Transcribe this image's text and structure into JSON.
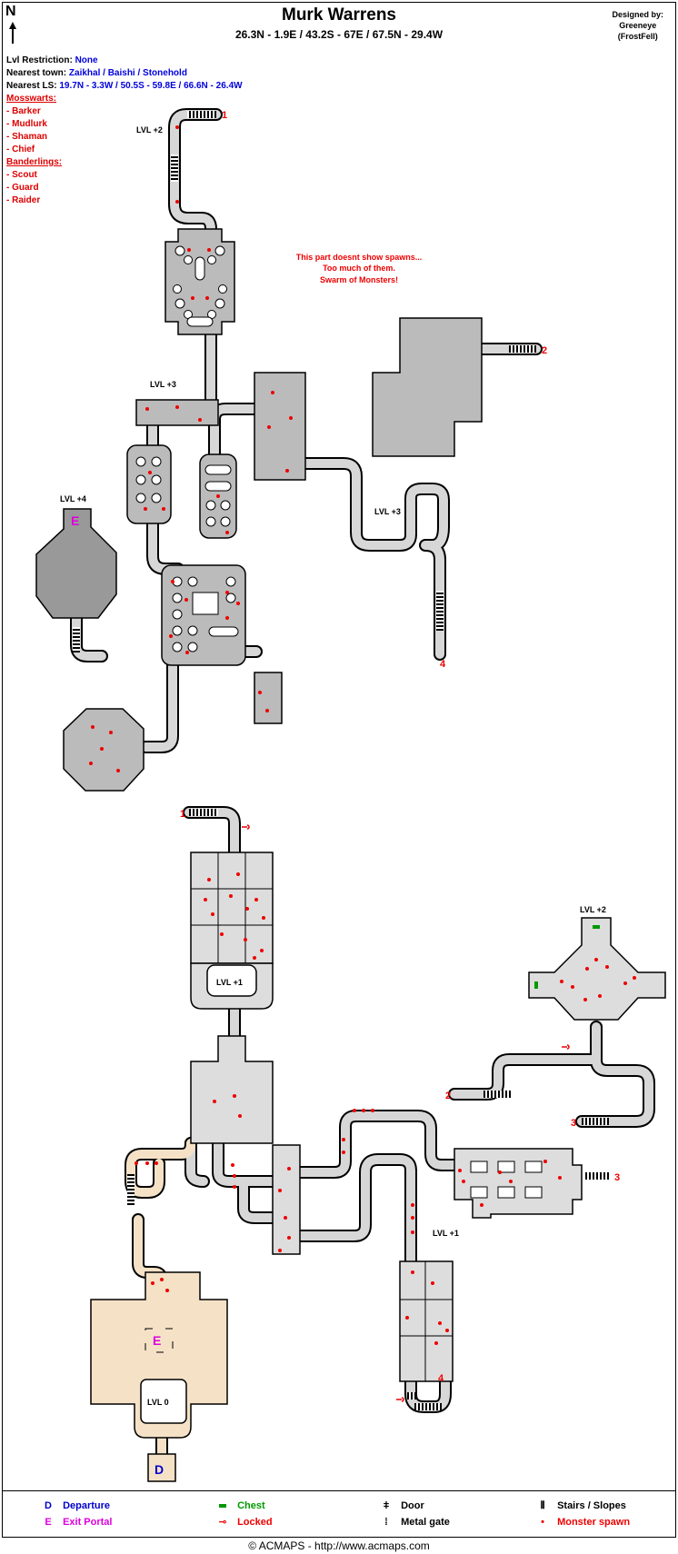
{
  "header": {
    "compass": "N",
    "title": "Murk Warrens",
    "coords": "26.3N - 1.9E / 43.2S - 67E / 67.5N - 29.4W",
    "designer_label": "Designed by:",
    "designer_name": "Greeneye",
    "designer_server": "(FrostFell)"
  },
  "info": {
    "lvl_restriction_label": "Lvl Restriction:",
    "lvl_restriction_value": "None",
    "nearest_town_label": "Nearest town:",
    "nearest_town_value": "Zaikhal / Baishi / Stonehold",
    "nearest_ls_label": "Nearest LS:",
    "nearest_ls_value": "19.7N - 3.3W / 50.5S - 59.8E / 66.6N - 26.4W",
    "mosswarts_heading": "Mosswarts:",
    "mosswarts": [
      "- Barker",
      "- Mudlurk",
      "- Shaman",
      "- Chief"
    ],
    "banderlings_heading": "Banderlings:",
    "banderlings": [
      "- Scout",
      "- Guard",
      "- Raider"
    ]
  },
  "map": {
    "note": [
      "This part doesnt show spawns...",
      "Too much of them.",
      "Swarm of Monsters!"
    ],
    "level_labels": {
      "upper_lvl2": "LVL +2",
      "upper_lvl3_left": "LVL +3",
      "upper_lvl3_right": "LVL +3",
      "upper_lvl4": "LVL +4",
      "lower_lvl1_top": "LVL +1",
      "lower_lvl2": "LVL +2",
      "lower_lvl1_right": "LVL +1",
      "lower_lvl0": "LVL 0"
    },
    "stair_numbers": {
      "upper_1": "1",
      "upper_2": "2",
      "upper_4": "4",
      "lower_1": "1",
      "lower_2": "2",
      "lower_3a": "3",
      "lower_3b": "3",
      "lower_4": "4"
    },
    "markers": {
      "exit": "E",
      "departure": "D"
    },
    "colors": {
      "upper_room": "#bbbbbb",
      "lower_room": "#dddddd",
      "start_room": "#f5e2c6",
      "spawn": "#ee0000",
      "exit": "#dd00dd",
      "departure": "#0000cc",
      "chest": "#009900"
    }
  },
  "legend": {
    "departure_symbol": "D",
    "departure": "Departure",
    "exit_symbol": "E",
    "exit": "Exit Portal",
    "chest": "Chest",
    "locked": "Locked",
    "door": "Door",
    "metal_gate": "Metal gate",
    "stairs": "Stairs / Slopes",
    "spawn": "Monster spawn"
  },
  "footer": {
    "copyright": "© ACMAPS - http://www.acmaps.com"
  }
}
